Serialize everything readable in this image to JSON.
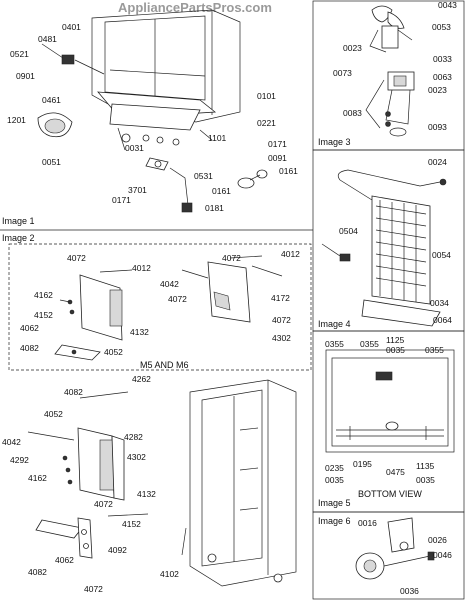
{
  "watermark": "AppliancePartsPros.com",
  "captions": {
    "image1": "Image 1",
    "image2": "Image 2",
    "image3": "Image 3",
    "image4": "Image 4",
    "image5": "Image 5",
    "image6": "Image 6",
    "m5m6": "M5 AND M6",
    "bottom_view": "BOTTOM VIEW"
  },
  "labels": {
    "l0401": "0401",
    "l0481": "0481",
    "l0521": "0521",
    "l0901": "0901",
    "l0461": "0461",
    "l1201": "1201",
    "l0051": "0051",
    "l0031": "0031",
    "l1101": "1101",
    "l0101": "0101",
    "l0221": "0221",
    "l0531": "0531",
    "l0171a": "0171",
    "l0091": "0091",
    "l0161a": "0161",
    "l3701": "3701",
    "l0161b": "0161",
    "l0171b": "0171",
    "l0181": "0181",
    "l0043": "0043",
    "l0053": "0053",
    "l0023a": "0023",
    "l0033": "0033",
    "l0073": "0073",
    "l0063": "0063",
    "l0023b": "0023",
    "l0083": "0083",
    "l0093": "0093",
    "l0024": "0024",
    "l0504": "0504",
    "l0054": "0054",
    "l0034": "0034",
    "l0064": "0064",
    "i2_4072a": "4072",
    "i2_4012a": "4012",
    "i2_4162": "4162",
    "i2_4152": "4152",
    "i2_4062": "4062",
    "i2_4082": "4082",
    "i2_4132": "4132",
    "i2_4052": "4052",
    "i2_4072b": "4072",
    "i2_4012b": "4012",
    "i2_4042": "4042",
    "i2_4072c": "4072",
    "i2_4172": "4172",
    "i2_4072d": "4072",
    "i2_4302": "4302",
    "b_4262": "4262",
    "b_4082a": "4082",
    "b_4052": "4052",
    "b_4282": "4282",
    "b_4042": "4042",
    "b_4302": "4302",
    "b_4292": "4292",
    "b_4162": "4162",
    "b_4072": "4072",
    "b_4132": "4132",
    "b_4152": "4152",
    "b_4092": "4092",
    "b_4062": "4062",
    "b_4082b": "4082",
    "b_4072b": "4072",
    "b_4102": "4102",
    "l0355a": "0355",
    "l0355b": "0355",
    "l1125": "1125",
    "l0035a": "0035",
    "l0355c": "0355",
    "l0235": "0235",
    "l0195": "0195",
    "l0475": "0475",
    "l1135": "1135",
    "l0035b": "0035",
    "l0035c": "0035",
    "l0016": "0016",
    "l0026": "0026",
    "l0046": "0046",
    "l0036": "0036"
  }
}
